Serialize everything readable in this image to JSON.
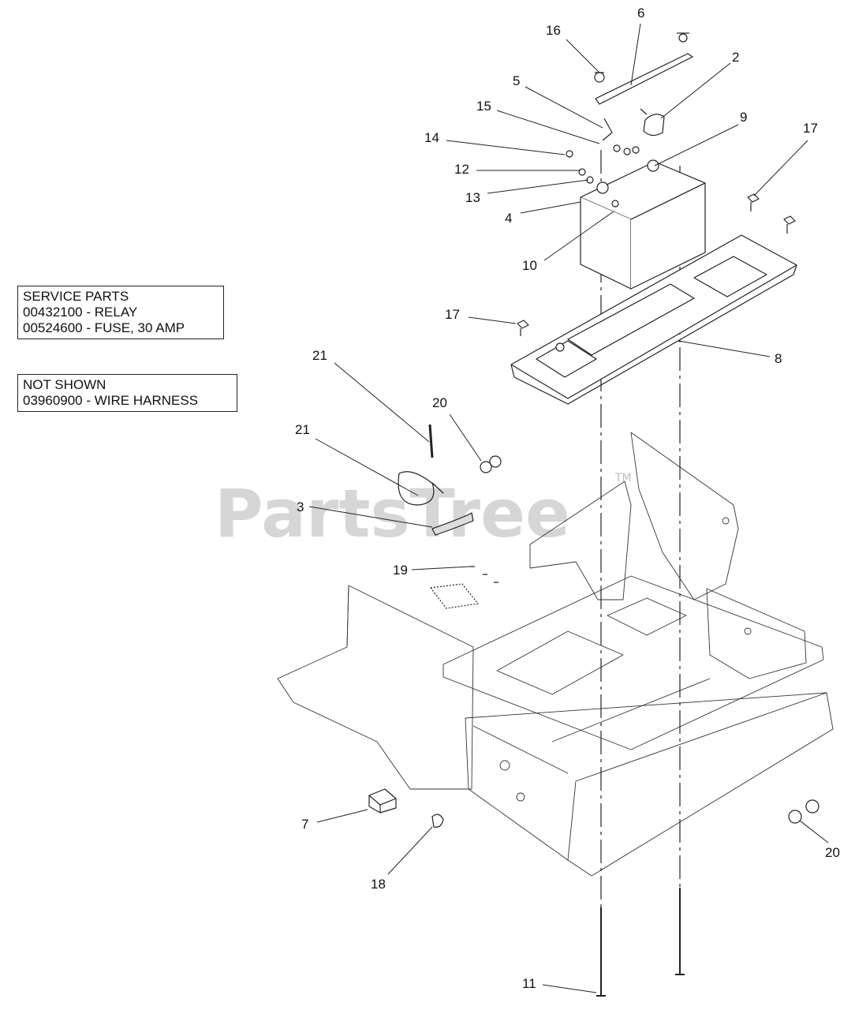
{
  "service_parts": {
    "title": "SERVICE PARTS",
    "lines": [
      "00432100 - RELAY",
      "00524600 - FUSE, 30 AMP"
    ]
  },
  "not_shown": {
    "title": "NOT SHOWN",
    "lines": [
      "03960900 - WIRE HARNESS"
    ]
  },
  "watermark": {
    "text": "PartsTree",
    "tm": "TM"
  },
  "callouts": [
    "16",
    "6",
    "2",
    "5",
    "15",
    "9",
    "17",
    "14",
    "12",
    "13",
    "4",
    "10",
    "17",
    "8",
    "21",
    "20",
    "21",
    "3",
    "19",
    "7",
    "18",
    "20",
    "11"
  ]
}
